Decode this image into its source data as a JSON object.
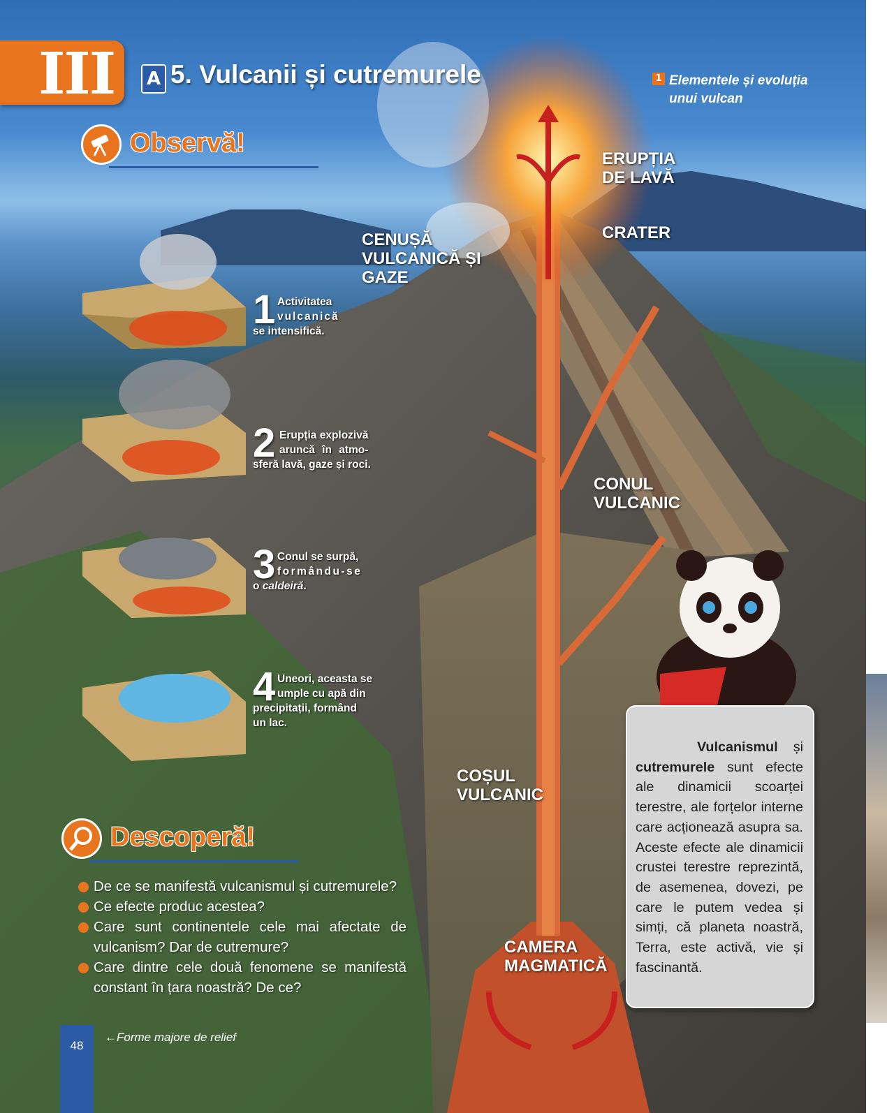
{
  "chapter": {
    "number": "III"
  },
  "lesson": {
    "badge": "A",
    "title": "5. Vulcanii și cutremurele"
  },
  "figure": {
    "number": "1",
    "caption_line1": "Elementele și evoluția",
    "caption_line2": "unui vulcan"
  },
  "observe": {
    "title": "Observă!",
    "icon": "telescope-icon"
  },
  "discover": {
    "title": "Descoperă!",
    "icon": "magnifier-icon"
  },
  "volcano_labels": {
    "ash_l1": "CENUȘĂ",
    "ash_l2": "VULCANICĂ ȘI",
    "ash_l3": "GAZE",
    "eruption_l1": "ERUPȚIA",
    "eruption_l2": "DE LAVĂ",
    "crater": "CRATER",
    "cone_l1": "CONUL",
    "cone_l2": "VULCANIC",
    "chimney_l1": "COȘUL",
    "chimney_l2": "VULCANIC",
    "chamber_l1": "CAMERA",
    "chamber_l2": "MAGMATICĂ"
  },
  "stages": [
    {
      "num": "1",
      "line1": "Activitatea",
      "line2": "vulcanică",
      "line3": "se intensifică."
    },
    {
      "num": "2",
      "line1": "Erupția explozivă",
      "line2": "aruncă în atmo-",
      "line3": "sferă lavă, gaze și roci."
    },
    {
      "num": "3",
      "line1": "Conul se surpă,",
      "line2": "formându-se",
      "line3": "o ",
      "line3_italic": "caldeiră",
      "line3_end": "."
    },
    {
      "num": "4",
      "line1": "Uneori, aceasta se",
      "line2": "umple cu apă din",
      "line3": "precipitații, formând",
      "line4": "un lac."
    }
  ],
  "questions": [
    "De ce se manifestă vulcanismul și cutremurele?",
    "Ce efecte produc acestea?",
    "Care sunt continentele cele mai afectate de vulcanism? Dar de cutremure?",
    "Care dintre cele două fenomene se manifestă constant în țara noastră? De ce?"
  ],
  "info_box": {
    "bold1": "Vulcanismul",
    "text1": " și ",
    "bold2": "cutremurele",
    "text2": " sunt efecte ale dinamicii scoarței terestre, ale forțelor interne care acționează asupra sa. Aceste efecte ale dinamicii crustei terestre reprezintă, de asemenea, dovezi, pe care le putem vedea și simți, că planeta noastră, Terra, este activă, vie și fascinantă."
  },
  "footer": {
    "page_number": "48",
    "link": "Forme majore de relief",
    "arrow": "←"
  },
  "colors": {
    "accent_orange": "#e8741e",
    "accent_blue": "#2b5aa6",
    "lava": "#e0571c"
  }
}
